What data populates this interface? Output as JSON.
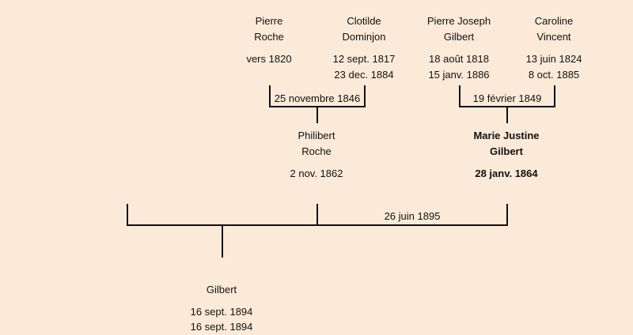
{
  "persons": {
    "pierre_roche": {
      "first": "Pierre",
      "last": "Roche",
      "birth": "vers 1820"
    },
    "clotilde_dominjon": {
      "first": "Clotilde",
      "last": "Dominjon",
      "birth": "12 sept. 1817",
      "death": "23 dec. 1884"
    },
    "pierre_joseph_gilbert": {
      "first": "Pierre Joseph",
      "last": "Gilbert",
      "birth": "18 août 1818",
      "death": "15 janv. 1886"
    },
    "caroline_vincent": {
      "first": "Caroline",
      "last": "Vincent",
      "birth": "13 juin 1824",
      "death": "8 oct. 1885"
    },
    "philibert_roche": {
      "first": "Philibert",
      "last": "Roche",
      "birth": "2 nov. 1862"
    },
    "marie_justine_gilbert": {
      "first": "Marie Justine",
      "last": "Gilbert",
      "birth": "28 janv. 1864"
    },
    "gilbert": {
      "last": "Gilbert",
      "birth": "16 sept. 1894",
      "death": "16 sept. 1894"
    }
  },
  "marriages": {
    "roche_dominjon": "25 novembre 1846",
    "gilbert_vincent": "19 février 1849",
    "roche_gilbert": "26 juin 1895"
  }
}
